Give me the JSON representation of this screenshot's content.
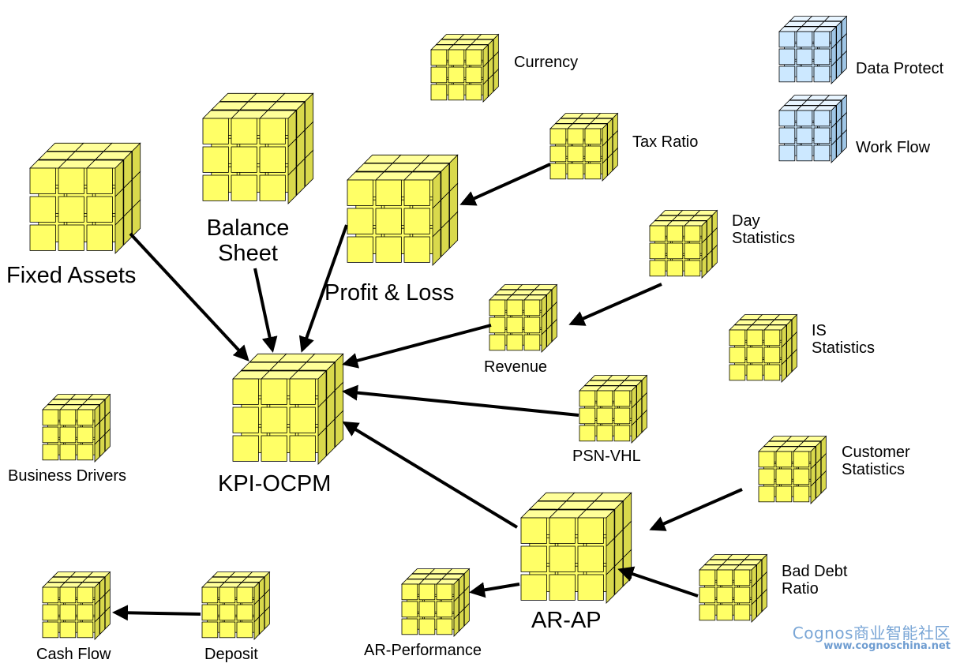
{
  "colors": {
    "cube_yellow": "#ffff66",
    "cube_blue": "#cce8ff",
    "arrow": "#000000",
    "watermark": "#7aa6d6"
  },
  "cubes": {
    "fixed_assets": {
      "name": "Fixed Assets",
      "label": "Fixed Assets"
    },
    "balance_sheet": {
      "name": "Balance Sheet",
      "label_line1": "Balance",
      "label_line2": "Sheet"
    },
    "profit_loss": {
      "name": "Profit & Loss",
      "label": "Profit & Loss"
    },
    "kpi_ocpm": {
      "name": "KPI-OCPM",
      "label": "KPI-OCPM"
    },
    "currency": {
      "name": "Currency",
      "label": "Currency"
    },
    "tax_ratio": {
      "name": "Tax Ratio",
      "label": "Tax Ratio"
    },
    "day_statistics": {
      "name": "Day Statistics",
      "label_line1": "Day",
      "label_line2": "Statistics"
    },
    "revenue": {
      "name": "Revenue",
      "label": "Revenue"
    },
    "is_statistics": {
      "name": "IS Statistics",
      "label_line1": "IS",
      "label_line2": "Statistics"
    },
    "psn_vhl": {
      "name": "PSN-VHL",
      "label": "PSN-VHL"
    },
    "customer_statistics": {
      "name": "Customer Statistics",
      "label_line1": "Customer",
      "label_line2": "Statistics"
    },
    "ar_ap": {
      "name": "AR-AP",
      "label": "AR-AP"
    },
    "bad_debt_ratio": {
      "name": "Bad Debt Ratio",
      "label_line1": "Bad Debt",
      "label_line2": "Ratio"
    },
    "ar_performance": {
      "name": "AR-Performance",
      "label": "AR-Performance"
    },
    "business_drivers": {
      "name": "Business Drivers",
      "label": "Business Drivers"
    },
    "cash_flow": {
      "name": "Cash Flow",
      "label": "Cash Flow"
    },
    "deposit": {
      "name": "Deposit",
      "label": "Deposit"
    },
    "data_protect": {
      "name": "Data Protect",
      "label": "Data Protect"
    },
    "work_flow": {
      "name": "Work Flow",
      "label": "Work Flow"
    }
  },
  "edges": [
    {
      "from": "Fixed Assets",
      "to": "KPI-OCPM"
    },
    {
      "from": "Balance Sheet",
      "to": "KPI-OCPM"
    },
    {
      "from": "Profit & Loss",
      "to": "KPI-OCPM"
    },
    {
      "from": "Revenue",
      "to": "KPI-OCPM"
    },
    {
      "from": "PSN-VHL",
      "to": "KPI-OCPM"
    },
    {
      "from": "AR-AP",
      "to": "KPI-OCPM"
    },
    {
      "from": "Tax Ratio",
      "to": "Profit & Loss"
    },
    {
      "from": "Day Statistics",
      "to": "Revenue"
    },
    {
      "from": "Customer Statistics",
      "to": "AR-AP"
    },
    {
      "from": "Bad Debt Ratio",
      "to": "AR-AP"
    },
    {
      "from": "AR-AP",
      "to": "AR-Performance"
    },
    {
      "from": "Deposit",
      "to": "Cash Flow"
    }
  ],
  "watermark": {
    "line1": "Cognos商业智能社区",
    "line2": "www.cognoschina.net"
  }
}
